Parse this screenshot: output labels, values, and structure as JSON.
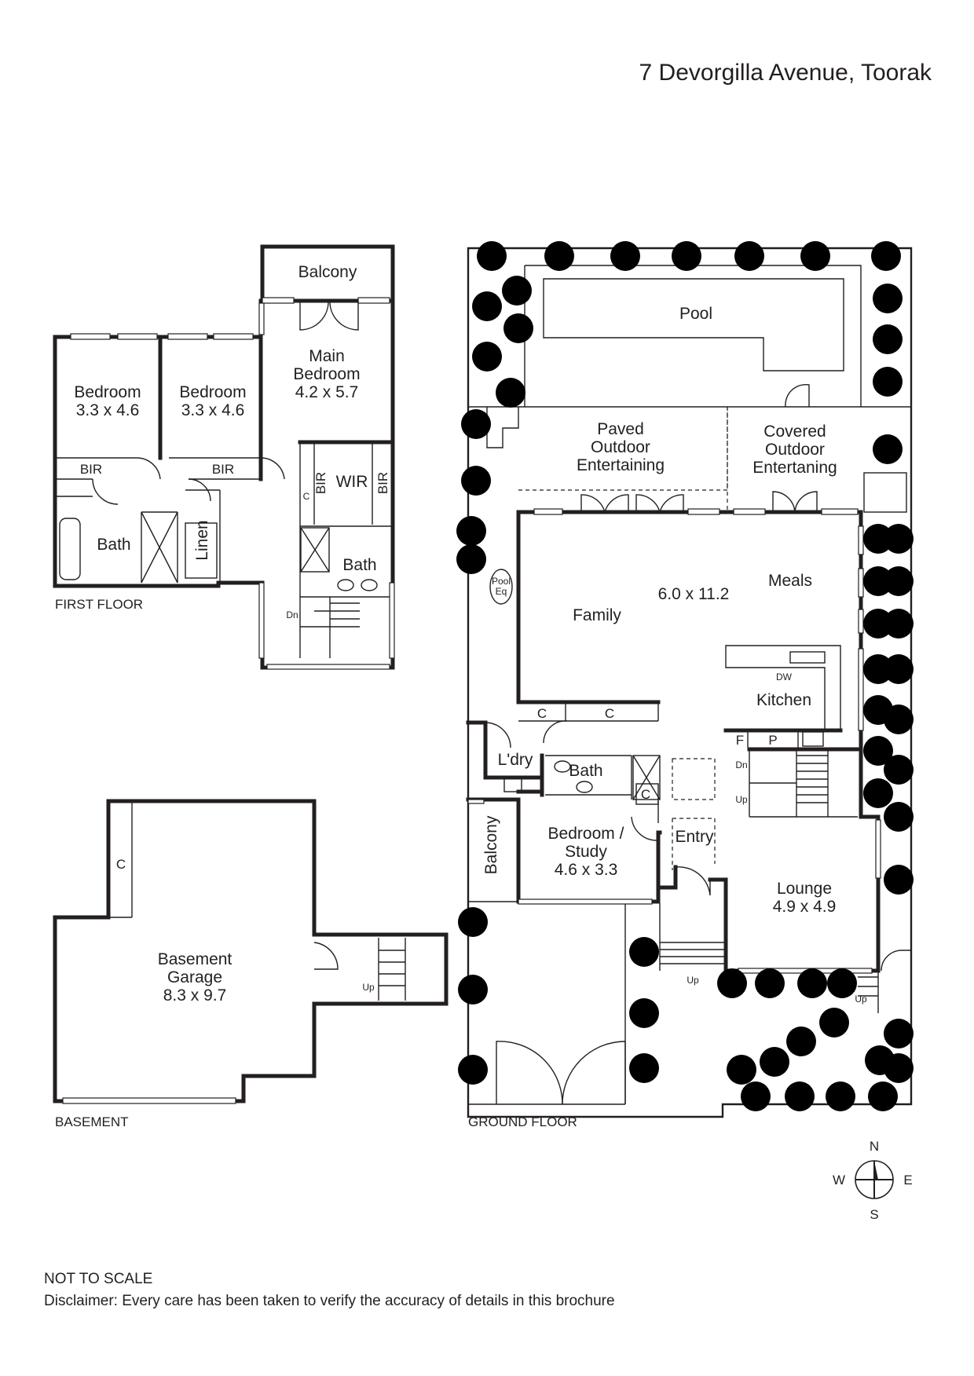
{
  "header": {
    "address": "7 Devorgilla Avenue, Toorak"
  },
  "floors": {
    "first": "FIRST FLOOR",
    "basement": "BASEMENT",
    "ground": "GROUND FLOOR"
  },
  "rooms": {
    "balcony_first": "Balcony",
    "main_bedroom": [
      "Main",
      "Bedroom",
      "4.2 x 5.7"
    ],
    "bedroom_1": [
      "Bedroom",
      "3.3 x 4.6"
    ],
    "bedroom_2": [
      "Bedroom",
      "3.3 x 4.6"
    ],
    "bir": "BIR",
    "wir": "WIR",
    "c": "C",
    "bath": "Bath",
    "linen": "Linen",
    "dn": "Dn",
    "up": "Up",
    "pool": "Pool",
    "pool_eq": [
      "Pool",
      "Eq"
    ],
    "paved_outdoor": [
      "Paved",
      "Outdoor",
      "Entertaining"
    ],
    "covered_outdoor": [
      "Covered",
      "Outdoor",
      "Entertaning"
    ],
    "family": "Family",
    "living_dims": "6.0 x 11.2",
    "meals": "Meals",
    "dw": "DW",
    "kitchen": "Kitchen",
    "f": "F",
    "p": "P",
    "laundry": "L'dry",
    "balcony_ground": "Balcony",
    "bedroom_study": [
      "Bedroom /",
      "Study",
      "4.6 x 3.3"
    ],
    "entry": "Entry",
    "lounge": [
      "Lounge",
      "4.9 x 4.9"
    ],
    "garage": [
      "Basement",
      "Garage",
      "8.3 x 9.7"
    ]
  },
  "compass": {
    "n": "N",
    "e": "E",
    "s": "S",
    "w": "W"
  },
  "footer": {
    "not_to_scale": "NOT TO SCALE",
    "disclaimer": "Disclaimer: Every care has been taken to verify the accuracy of details in this brochure"
  }
}
